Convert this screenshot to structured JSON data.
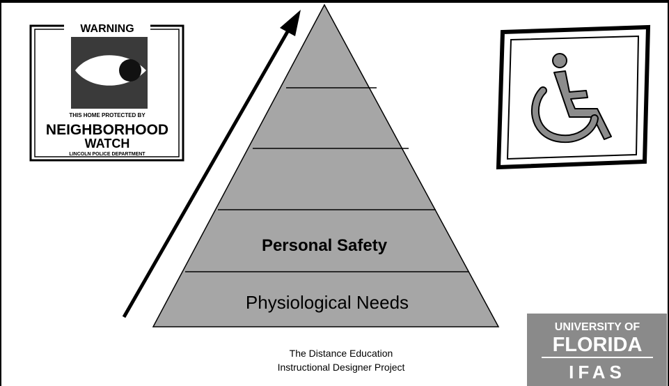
{
  "pyramid": {
    "levels": [
      {
        "label": ""
      },
      {
        "label": ""
      },
      {
        "label": ""
      },
      {
        "label": "Personal Safety",
        "bold": true
      },
      {
        "label": "Physiological Needs",
        "bold": false
      }
    ]
  },
  "neighborhood_sign": {
    "header": "WARNING",
    "line1": "THIS HOME PROTECTED BY",
    "line2": "NEIGHBORHOOD",
    "line3": "WATCH",
    "line4": "LINCOLN POLICE DEPARTMENT"
  },
  "wheelchair_icon": {
    "icon": "wheelchair-icon"
  },
  "arrow": {
    "icon": "arrow-up-right-icon"
  },
  "logo": {
    "line1": "UNIVERSITY OF",
    "line2": "FLORIDA",
    "line3": "IFAS"
  },
  "footer": {
    "line1": "The Distance Education",
    "line2": "Instructional Designer Project"
  },
  "colors": {
    "pyramid_fill": "#a6a6a6",
    "logo_bg": "#8a8a8a",
    "sign_dark": "#3a3a3a",
    "wheelchair_fill": "#8c8c8c"
  }
}
